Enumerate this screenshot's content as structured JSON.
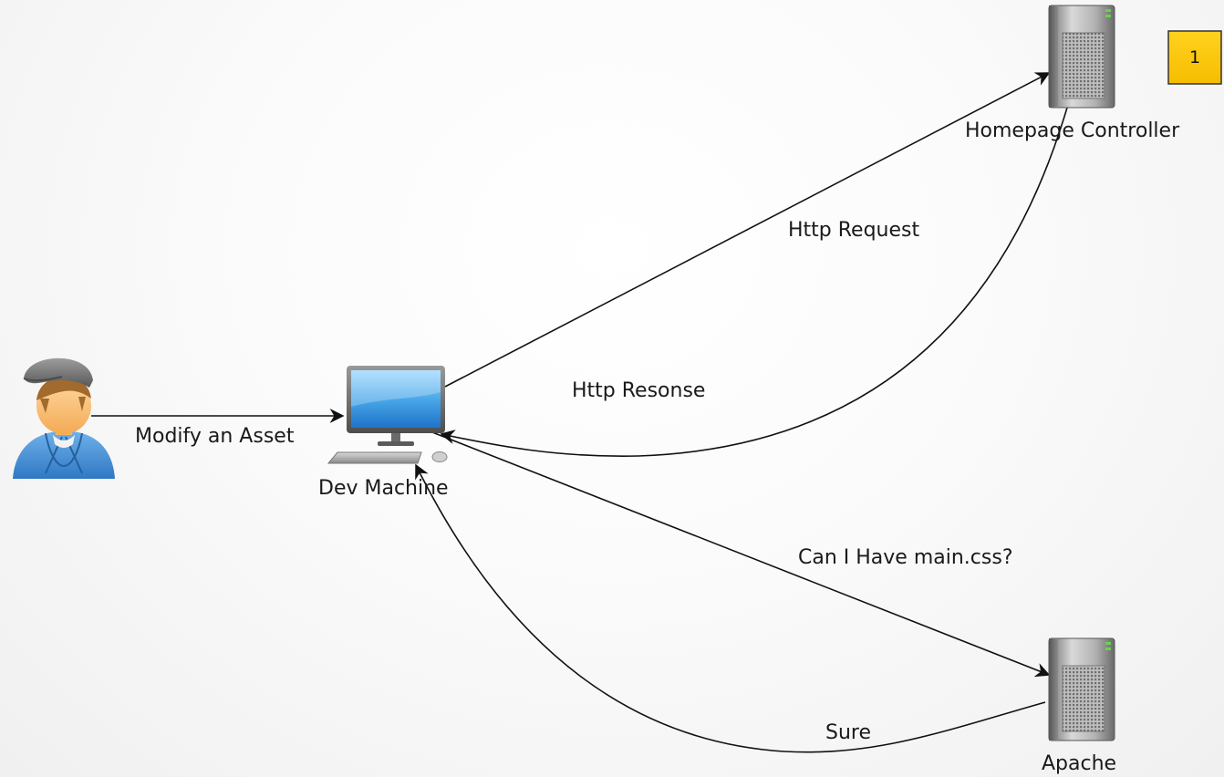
{
  "diagram": {
    "nodes": {
      "user": {
        "label": "",
        "icon": "user-avatar-icon"
      },
      "dev_machine": {
        "label": "Dev Machine",
        "icon": "desktop-computer-icon"
      },
      "homepage_controller": {
        "label": "Homepage Controller",
        "icon": "server-tower-icon"
      },
      "apache": {
        "label": "Apache",
        "icon": "server-tower-icon"
      }
    },
    "edges": {
      "modify_asset": {
        "from": "user",
        "to": "dev_machine",
        "label": "Modify an Asset"
      },
      "http_request": {
        "from": "dev_machine",
        "to": "homepage_controller",
        "label": "Http Request"
      },
      "http_response": {
        "from": "homepage_controller",
        "to": "dev_machine",
        "label": "Http Resonse"
      },
      "css_request": {
        "from": "dev_machine",
        "to": "apache",
        "label": "Can I Have main.css?"
      },
      "css_response": {
        "from": "apache",
        "to": "dev_machine",
        "label": "Sure"
      }
    },
    "badge": {
      "text": "1",
      "color": "#ffcc00"
    }
  }
}
